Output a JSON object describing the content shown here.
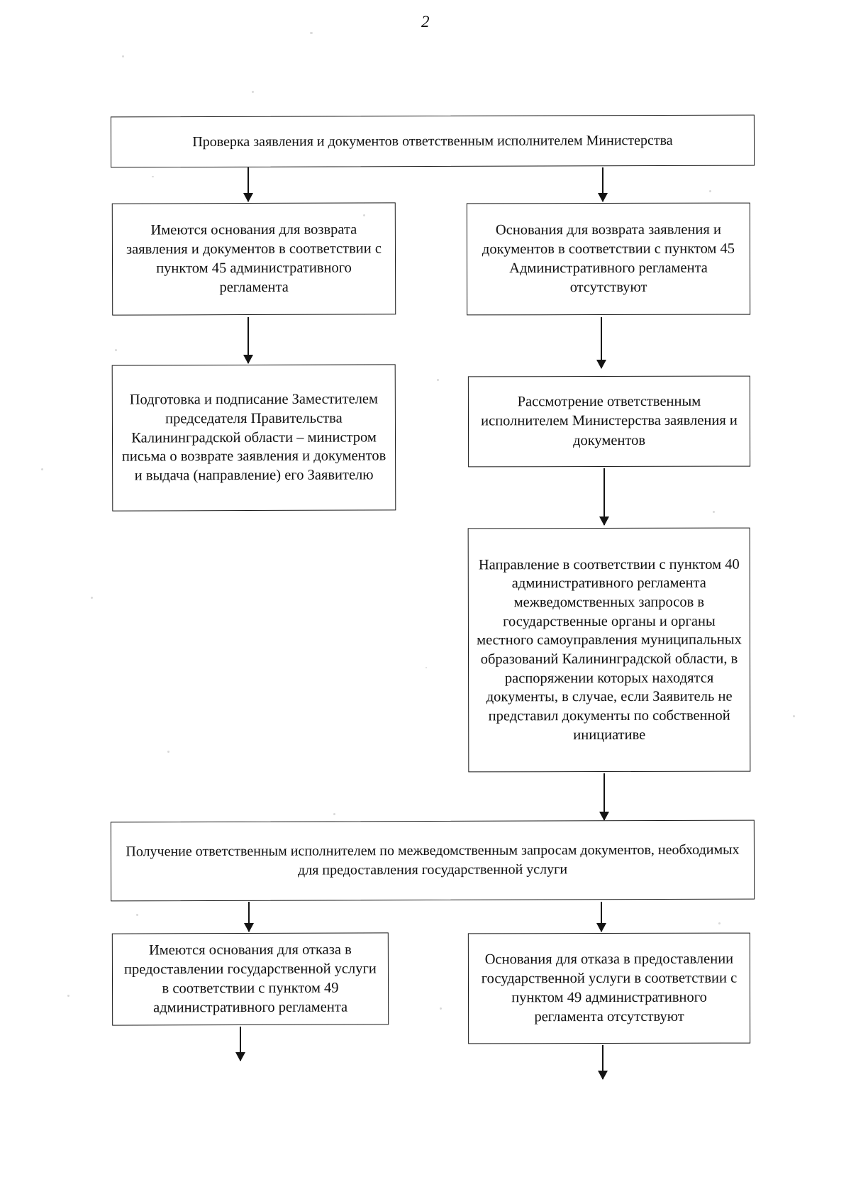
{
  "document": {
    "page_number": "2",
    "type": "flowchart",
    "language": "ru"
  },
  "flowchart": {
    "title": "",
    "nodes": [
      {
        "id": "check",
        "name": "node-check-application",
        "text": "Проверка заявления и документов ответственным исполнителем Министерства"
      },
      {
        "id": "grounds-return-present",
        "name": "node-grounds-for-return-present",
        "text": "Имеются основания для возврата заявления и документов в соответствии с пунктом 45 административного регламента"
      },
      {
        "id": "grounds-return-absent",
        "name": "node-grounds-for-return-absent",
        "text": "Основания для возврата заявления и документов в соответствии с пунктом 45 Административного регламента отсутствуют"
      },
      {
        "id": "prepare-letter",
        "name": "node-prepare-and-sign-letter",
        "text": "Подготовка и подписание Заместителем председателя Правительства Калининградской области – министром письма о возврате заявления и документов и выдача (направление) его Заявителю"
      },
      {
        "id": "review",
        "name": "node-review-by-executor",
        "text": "Рассмотрение ответственным исполнителем Министерства заявления и документов"
      },
      {
        "id": "interdept-requests",
        "name": "node-send-interdepartmental-requests",
        "text": "Направление в соответствии с пунктом 40 административного регламента межведомственных запросов в государственные органы и органы местного самоуправления муниципальных образований Калининградской области, в распоряжении которых находятся документы, в случае, если Заявитель не представил документы по собственной инициативе"
      },
      {
        "id": "receive-docs",
        "name": "node-receive-documents",
        "text": "Получение ответственным исполнителем по межведомственным запросам документов, необходимых для предоставления государственной услуги"
      },
      {
        "id": "refusal-present",
        "name": "node-grounds-for-refusal-present",
        "text": "Имеются основания для отказа в предоставлении государственной услуги в соответствии с пунктом 49 административного регламента"
      },
      {
        "id": "refusal-absent",
        "name": "node-grounds-for-refusal-absent",
        "text": "Основания для отказа в предоставлении государственной услуги в соответствии с пунктом 49 административного регламента отсутствуют"
      }
    ],
    "connectors": [
      {
        "name": "arrow-check-to-return-present",
        "from": "check",
        "to": "grounds-return-present"
      },
      {
        "name": "arrow-check-to-return-absent",
        "from": "check",
        "to": "grounds-return-absent"
      },
      {
        "name": "arrow-return-present-to-prepare-letter",
        "from": "grounds-return-present",
        "to": "prepare-letter"
      },
      {
        "name": "arrow-return-absent-to-review",
        "from": "grounds-return-absent",
        "to": "review"
      },
      {
        "name": "arrow-review-to-interdept-requests",
        "from": "review",
        "to": "interdept-requests"
      },
      {
        "name": "arrow-interdept-requests-to-receive-docs",
        "from": "interdept-requests",
        "to": "receive-docs"
      },
      {
        "name": "arrow-receive-docs-to-refusal-present",
        "from": "receive-docs",
        "to": "refusal-present"
      },
      {
        "name": "arrow-receive-docs-to-refusal-absent",
        "from": "receive-docs",
        "to": "refusal-absent"
      },
      {
        "name": "arrow-refusal-present-continues",
        "from": "refusal-present",
        "to": "next-page"
      },
      {
        "name": "arrow-refusal-absent-continues",
        "from": "refusal-absent",
        "to": "next-page"
      }
    ]
  }
}
